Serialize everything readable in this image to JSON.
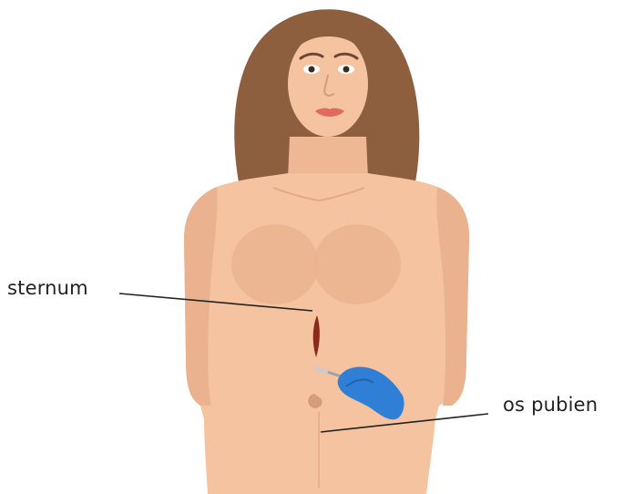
{
  "labels": {
    "sternum": "sternum",
    "pubic_bone": "os pubien"
  },
  "colors": {
    "skin": "#f5c3a0",
    "skin_shadow": "#eab28e",
    "hair": "#8e5f3f",
    "hair_dark": "#6f4630",
    "glove": "#2f7fd6",
    "incision": "#8b2a1a",
    "leader_line": "#222222"
  },
  "icons": {
    "figure": "female-torso-figure",
    "hand": "gloved-hand-with-scalpel-icon",
    "incision": "incision-mark"
  }
}
